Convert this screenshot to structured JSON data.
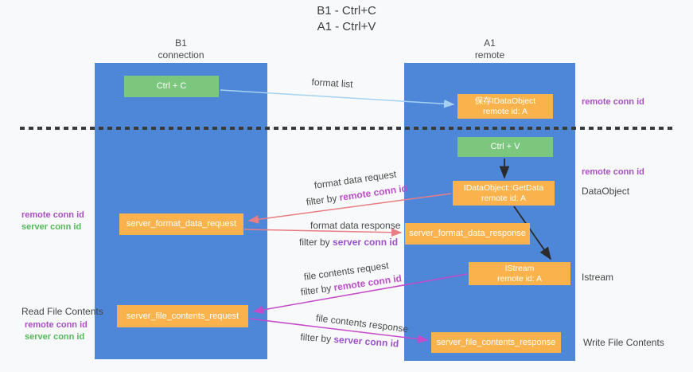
{
  "title": {
    "line1": "B1 - Ctrl+C",
    "line2": "A1 - Ctrl+V"
  },
  "columns": {
    "left": {
      "name": "B1",
      "subtitle": "connection"
    },
    "right": {
      "name": "A1",
      "subtitle": "remote"
    }
  },
  "boxes": {
    "ctrl_c": "Ctrl + C",
    "ctrl_v": "Ctrl + V",
    "save_idataobject": {
      "line1": "保存IDataObject",
      "line2": "remote id: A"
    },
    "getdata": {
      "line1": "IDataObject::GetData",
      "line2": "remote id: A"
    },
    "istream": {
      "line1": "IStream",
      "line2": "remote id: A"
    },
    "format_request": "server_format_data_request",
    "format_response": "server_format_data_response",
    "file_request": "server_file_contents_request",
    "file_response": "server_file_contents_response"
  },
  "arrow_labels": {
    "format_list": "format list",
    "filter_by": "filter by ",
    "remote_conn_id": "remote conn id",
    "server_conn_id": "server conn id",
    "format_data_request": "format data request",
    "format_data_response": "format data response",
    "file_contents_request": "file contents request",
    "file_contents_response": "file contents response"
  },
  "side_labels": {
    "left_remote_conn_id": "remote conn id",
    "left_server_conn_id": "server conn id",
    "read_file_contents": "Read File Contents",
    "left_remote_conn_id_2": "remote conn id",
    "left_server_conn_id_2": "server conn id",
    "right_remote_conn_id_top": "remote conn id",
    "right_remote_conn_id_mid": "remote conn id",
    "dataobject": "DataObject",
    "istream": "Istream",
    "write_file_contents": "Write File Contents"
  },
  "colors": {
    "bg": "#f8f9fa",
    "lifeline-blue": "#4e86d8",
    "box-green": "#7cc77e",
    "box-orange": "#f9b24c",
    "text-dark": "#404040",
    "purple": "#a94fc3",
    "green-text": "#55b85a",
    "label-remote": "#bb4ec9",
    "label-server": "#9d52cc",
    "arrow-magenta": "#c44ac8",
    "arrow-salmon": "#e87d84",
    "arrow-lightblue": "#a5d2f0",
    "arrow-black": "#2b2b2b"
  }
}
